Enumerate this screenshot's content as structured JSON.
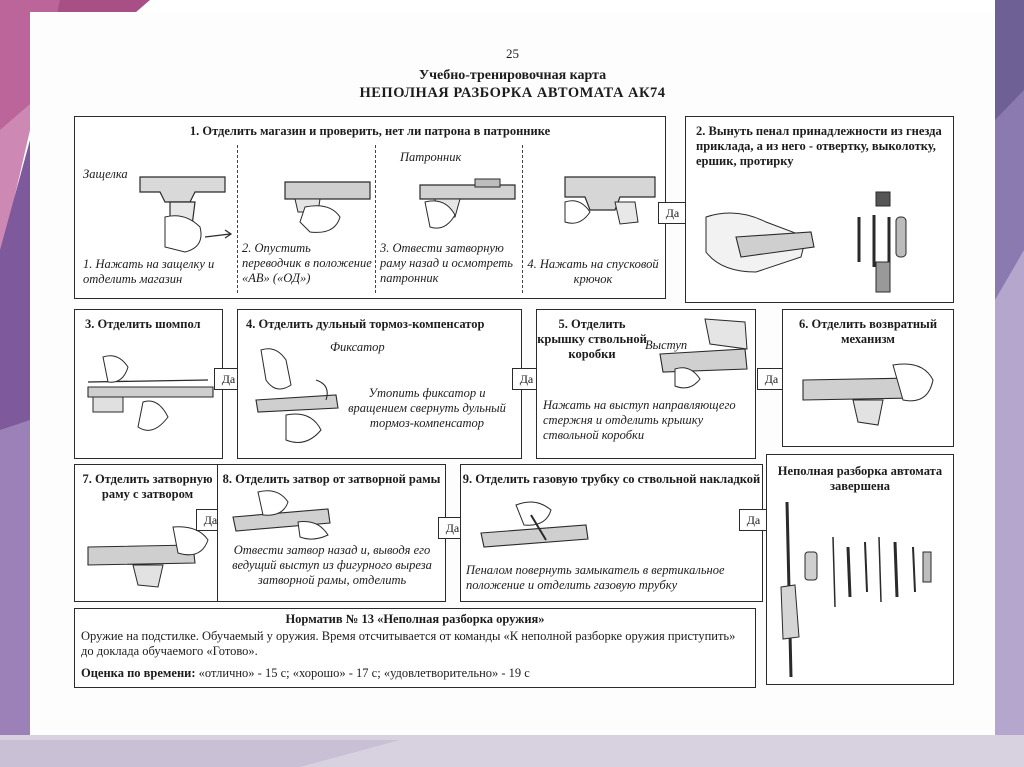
{
  "page_number": "25",
  "title": "Учебно-тренировочная карта",
  "subtitle": "НЕПОЛНАЯ РАЗБОРКА АВТОМАТА АК74",
  "yes_label": "Да",
  "steps": {
    "s1": {
      "title": "1. Отделить магазин и проверить, нет ли патрона в патроннике",
      "label_latch": "Защелка",
      "label_chamber": "Патронник",
      "sub": [
        "1. Нажать на защелку и отделить магазин",
        "2. Опустить переводчик в положение «АВ» («ОД»)",
        "3. Отвести затворную раму назад и осмотреть патронник",
        "4. Нажать на спусковой крючок"
      ]
    },
    "s2": {
      "title": "2. Вынуть пенал принадлежности из гнезда приклада, а из него - отвертку, выколотку, ершик, протирку"
    },
    "s3": {
      "title": "3. Отделить шомпол"
    },
    "s4": {
      "title": "4. Отделить дульный тормоз-компенсатор",
      "label": "Фиксатор",
      "desc": "Утопить фиксатор и вращением свернуть дульный тормоз-компенсатор"
    },
    "s5": {
      "title": "5. Отделить крышку ствольной коробки",
      "label": "Выступ",
      "desc": "Нажать на выступ направляющего стержня и отделить крышку ствольной коробки"
    },
    "s6": {
      "title": "6. Отделить возвратный механизм"
    },
    "s7": {
      "title": "7. Отделить затворную раму с затвором"
    },
    "s8": {
      "title": "8. Отделить затвор от затворной рамы",
      "desc": "Отвести затвор назад и, выводя его ведущий выступ из фигурного выреза затворной рамы, отделить"
    },
    "s9": {
      "title": "9. Отделить газовую трубку со ствольной накладкой",
      "desc": "Пеналом повернуть замыкатель в вертикальное положение и отделить газовую трубку"
    },
    "s10": {
      "title": "Неполная разборка автомата завершена"
    }
  },
  "norm": {
    "title": "Норматив № 13 «Неполная разборка оружия»",
    "text": "Оружие на подстилке. Обучаемый у оружия. Время отсчитывается от команды «К неполной разборке оружия приступить» до доклада обучаемого «Готово».",
    "grades_label": "Оценка по времени:",
    "grades": "«отлично» - 15 с; «хорошо» - 17 с; «удовлетворительно» - 19 с"
  }
}
